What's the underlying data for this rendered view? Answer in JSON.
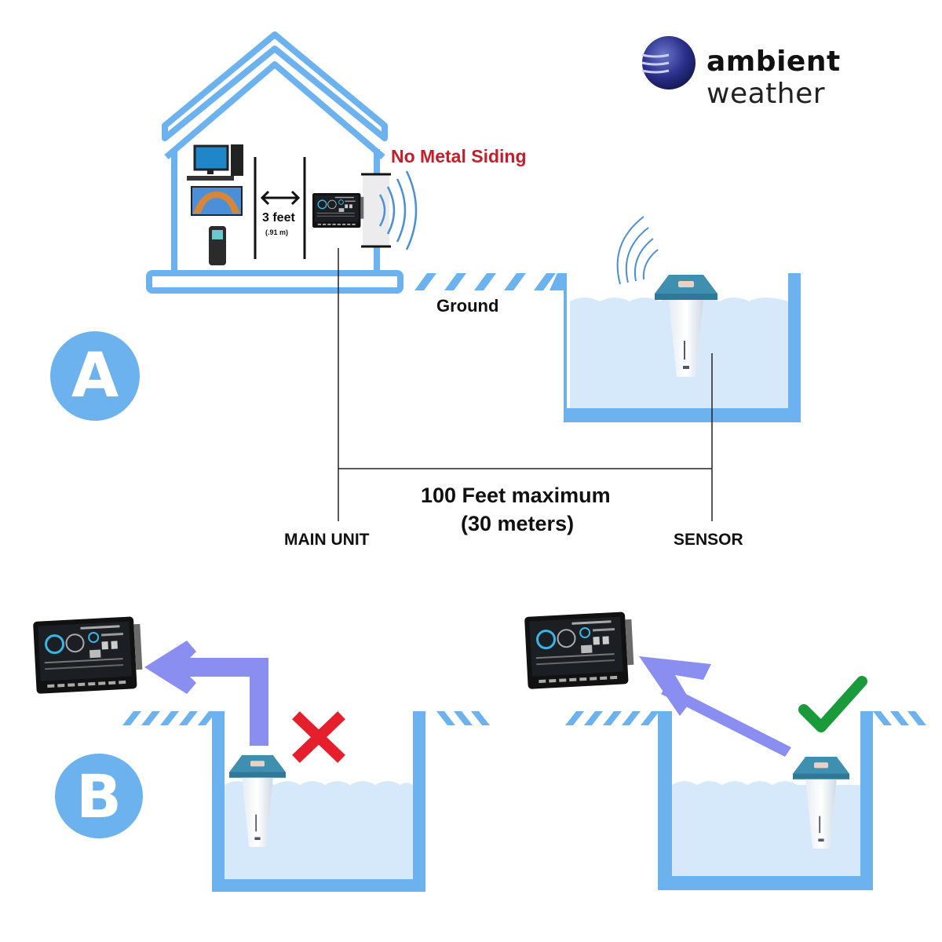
{
  "brand": {
    "name_bold": "ambient",
    "name_light": " weather",
    "logo_icon": "globe-icon"
  },
  "colors": {
    "structure_blue": "#6cb2ef",
    "water": "#d6e9fb",
    "arrow": "#8a8ef0",
    "warning_red": "#c41e2a",
    "cross_red": "#e5202c",
    "check_green": "#1a9a3a",
    "sensor_teal": "#3e8fb0"
  },
  "scenario_a": {
    "badge": "A",
    "warning": "No Metal Siding",
    "clearance_label": "3 feet",
    "clearance_metric": "(.91 m)",
    "ground_label": "Ground",
    "distance_line1": "100 Feet maximum",
    "distance_line2": "(30 meters)",
    "main_unit_label": "MAIN UNIT",
    "sensor_label": "SENSOR",
    "interference_devices": [
      "computer-icon",
      "tv-icon",
      "cordless-phone-icon"
    ]
  },
  "scenario_b": {
    "badge": "B",
    "incorrect": {
      "icon": "cross-icon",
      "meaning": "signal blocked by pool wall"
    },
    "correct": {
      "icon": "checkmark-icon",
      "meaning": "direct line of sight"
    }
  }
}
